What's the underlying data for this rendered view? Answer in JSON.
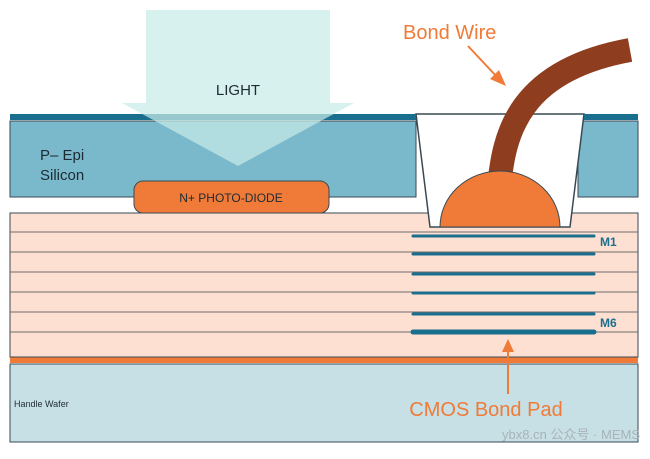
{
  "labels": {
    "light": "LIGHT",
    "epi_line1": "P– Epi",
    "epi_line2": "Silicon",
    "photodiode": "N+ PHOTO-DIODE",
    "bond_wire": "Bond Wire",
    "m1": "M1",
    "m6": "M6",
    "handle_wafer": "Handle Wafer",
    "cmos_bond_pad": "CMOS Bond Pad",
    "watermark": "ybx8.cn 公众号 · MEMS"
  },
  "colors": {
    "light_beam": "#c6ece7",
    "epi": "#7ab8cb",
    "top_layer": "#1a6e8e",
    "dielectric": "#fde0d2",
    "metal": "#1a6e8e",
    "accent_orange": "#f07a37",
    "bond_wire": "#8e3d1f",
    "handle": "#c7e0e6",
    "outline": "#3a4a55"
  }
}
